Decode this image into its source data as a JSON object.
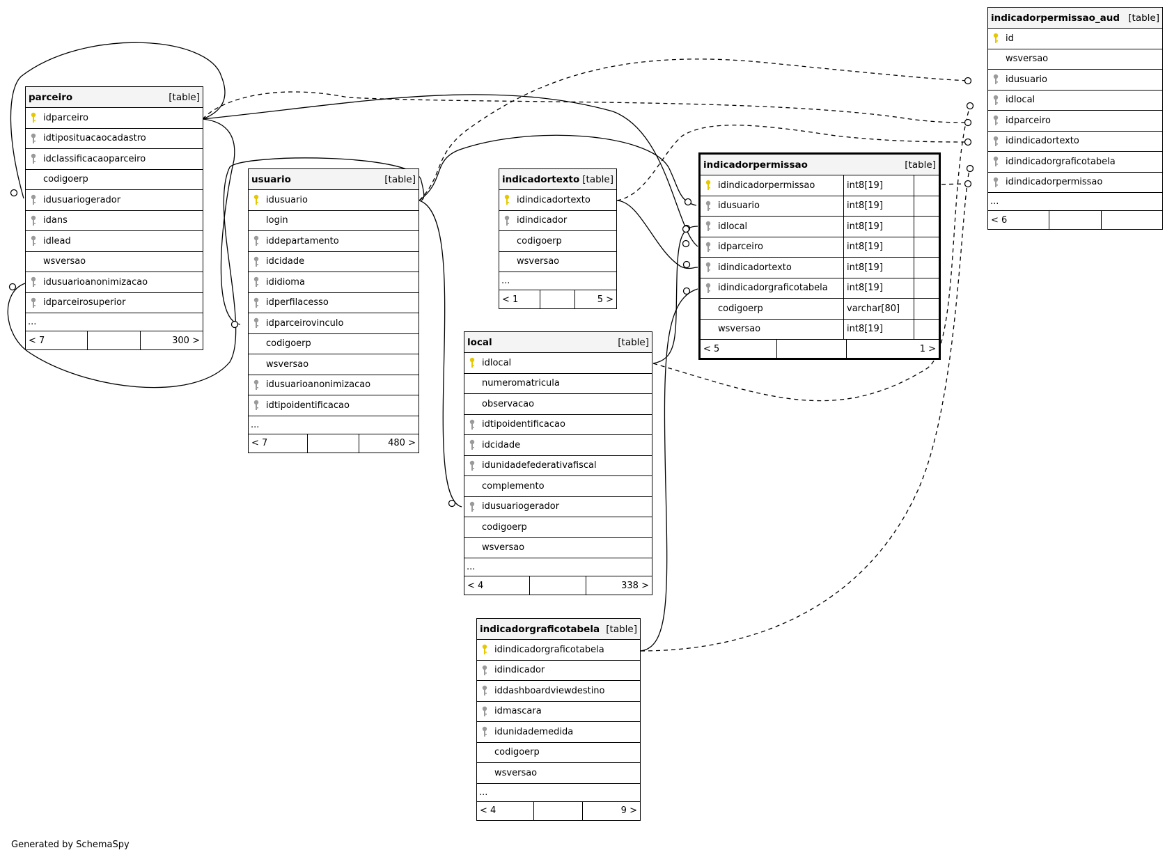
{
  "credit": "Generated by SchemaSpy",
  "tables": {
    "parceiro": {
      "name": "parceiro",
      "type": "[table]",
      "columns": [
        {
          "name": "idparceiro",
          "key": "pk"
        },
        {
          "name": "idtiposituacaocadastro",
          "key": "fk"
        },
        {
          "name": "idclassificacaoparceiro",
          "key": "fk"
        },
        {
          "name": "codigoerp",
          "key": "none"
        },
        {
          "name": "idusuariogerador",
          "key": "fk"
        },
        {
          "name": "idans",
          "key": "fk"
        },
        {
          "name": "idlead",
          "key": "fk"
        },
        {
          "name": "wsversao",
          "key": "none"
        },
        {
          "name": "idusuarioanonimizacao",
          "key": "fk"
        },
        {
          "name": "idparceirosuperior",
          "key": "fk"
        }
      ],
      "more": "...",
      "footer": [
        "< 7",
        "",
        "300 >"
      ]
    },
    "usuario": {
      "name": "usuario",
      "type": "[table]",
      "columns": [
        {
          "name": "idusuario",
          "key": "pk"
        },
        {
          "name": "login",
          "key": "none"
        },
        {
          "name": "iddepartamento",
          "key": "fk"
        },
        {
          "name": "idcidade",
          "key": "fk"
        },
        {
          "name": "ididioma",
          "key": "fk"
        },
        {
          "name": "idperfilacesso",
          "key": "fk"
        },
        {
          "name": "idparceirovinculo",
          "key": "fk"
        },
        {
          "name": "codigoerp",
          "key": "none"
        },
        {
          "name": "wsversao",
          "key": "none"
        },
        {
          "name": "idusuarioanonimizacao",
          "key": "fk"
        },
        {
          "name": "idtipoidentificacao",
          "key": "fk"
        }
      ],
      "more": "...",
      "footer": [
        "< 7",
        "",
        "480 >"
      ]
    },
    "indicadortexto": {
      "name": "indicadortexto",
      "type": "[table]",
      "columns": [
        {
          "name": "idindicadortexto",
          "key": "pk"
        },
        {
          "name": "idindicador",
          "key": "fk"
        },
        {
          "name": "codigoerp",
          "key": "none"
        },
        {
          "name": "wsversao",
          "key": "none"
        }
      ],
      "more": "...",
      "footer": [
        "< 1",
        "",
        "5 >"
      ]
    },
    "local": {
      "name": "local",
      "type": "[table]",
      "columns": [
        {
          "name": "idlocal",
          "key": "pk"
        },
        {
          "name": "numeromatricula",
          "key": "none"
        },
        {
          "name": "observacao",
          "key": "none"
        },
        {
          "name": "idtipoidentificacao",
          "key": "fk"
        },
        {
          "name": "idcidade",
          "key": "fk"
        },
        {
          "name": "idunidadefederativafiscal",
          "key": "fk"
        },
        {
          "name": "complemento",
          "key": "none"
        },
        {
          "name": "idusuariogerador",
          "key": "fk"
        },
        {
          "name": "codigoerp",
          "key": "none"
        },
        {
          "name": "wsversao",
          "key": "none"
        }
      ],
      "more": "...",
      "footer": [
        "< 4",
        "",
        "338 >"
      ]
    },
    "indicadorgraficotabela": {
      "name": "indicadorgraficotabela",
      "type": "[table]",
      "columns": [
        {
          "name": "idindicadorgraficotabela",
          "key": "pk"
        },
        {
          "name": "idindicador",
          "key": "fk"
        },
        {
          "name": "iddashboardviewdestino",
          "key": "fk"
        },
        {
          "name": "idmascara",
          "key": "fk"
        },
        {
          "name": "idunidademedida",
          "key": "fk"
        },
        {
          "name": "codigoerp",
          "key": "none"
        },
        {
          "name": "wsversao",
          "key": "none"
        }
      ],
      "more": "...",
      "footer": [
        "< 4",
        "",
        "9 >"
      ]
    },
    "indicadorpermissao": {
      "name": "indicadorpermissao",
      "type": "[table]",
      "columns": [
        {
          "name": "idindicadorpermissao",
          "key": "pk",
          "type": "int8[19]"
        },
        {
          "name": "idusuario",
          "key": "fk",
          "type": "int8[19]"
        },
        {
          "name": "idlocal",
          "key": "fk",
          "type": "int8[19]"
        },
        {
          "name": "idparceiro",
          "key": "fk",
          "type": "int8[19]"
        },
        {
          "name": "idindicadortexto",
          "key": "fk",
          "type": "int8[19]"
        },
        {
          "name": "idindicadorgraficotabela",
          "key": "fk",
          "type": "int8[19]"
        },
        {
          "name": "codigoerp",
          "key": "none",
          "type": "varchar[80]"
        },
        {
          "name": "wsversao",
          "key": "none",
          "type": "int8[19]"
        }
      ],
      "footer": [
        "< 5",
        "",
        "1 >"
      ]
    },
    "indicadorpermissao_aud": {
      "name": "indicadorpermissao_aud",
      "type": "[table]",
      "columns": [
        {
          "name": "id",
          "key": "pk"
        },
        {
          "name": "wsversao",
          "key": "none"
        },
        {
          "name": "idusuario",
          "key": "fk"
        },
        {
          "name": "idlocal",
          "key": "fk"
        },
        {
          "name": "idparceiro",
          "key": "fk"
        },
        {
          "name": "idindicadortexto",
          "key": "fk"
        },
        {
          "name": "idindicadorgraficotabela",
          "key": "fk"
        },
        {
          "name": "idindicadorpermissao",
          "key": "fk"
        }
      ],
      "more": "...",
      "footer": [
        "< 6",
        "",
        ""
      ]
    }
  },
  "colors": {
    "pk_key": "#e6c800",
    "fk_key": "#9a9a9a",
    "header_bg": "#f4f4f4",
    "line": "#000000"
  }
}
